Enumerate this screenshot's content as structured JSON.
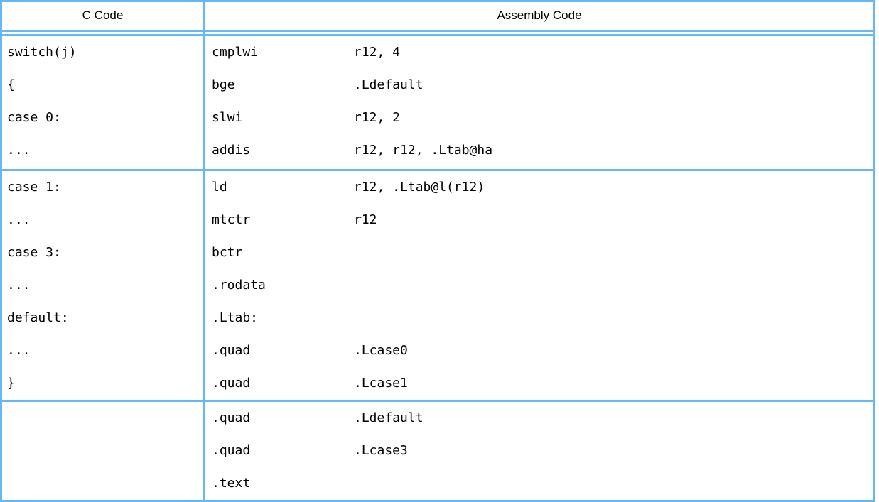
{
  "table": {
    "headers": {
      "c_code": "C Code",
      "assembly_code": "Assembly Code"
    },
    "border_color": "#63b8f5",
    "sections": [
      {
        "id": "section-1",
        "c_lines": [
          "switch(j)",
          "{",
          "case 0:",
          "..."
        ],
        "asm_lines": [
          {
            "op": "cmplwi",
            "arg": "r12, 4"
          },
          {
            "op": "bge",
            "arg": ".Ldefault"
          },
          {
            "op": "slwi",
            "arg": "r12, 2"
          },
          {
            "op": "addis",
            "arg": "r12, r12, .Ltab@ha"
          }
        ]
      },
      {
        "id": "section-2",
        "c_lines": [
          "case 1:",
          "...",
          "case 3:",
          "...",
          "default:",
          "...",
          "}"
        ],
        "asm_lines": [
          {
            "op": "ld",
            "arg": "r12, .Ltab@l(r12)"
          },
          {
            "op": "mtctr",
            "arg": "r12"
          },
          {
            "op": "bctr",
            "arg": ""
          },
          {
            "op": ".rodata",
            "arg": ""
          },
          {
            "op": ".Ltab:",
            "arg": ""
          },
          {
            "op": ".quad",
            "arg": ".Lcase0"
          },
          {
            "op": ".quad",
            "arg": ".Lcase1"
          }
        ]
      },
      {
        "id": "section-3",
        "c_lines": [
          "",
          "",
          ""
        ],
        "asm_lines": [
          {
            "op": ".quad",
            "arg": ".Ldefault"
          },
          {
            "op": ".quad",
            "arg": ".Lcase3"
          },
          {
            "op": ".text",
            "arg": ""
          }
        ]
      }
    ]
  }
}
